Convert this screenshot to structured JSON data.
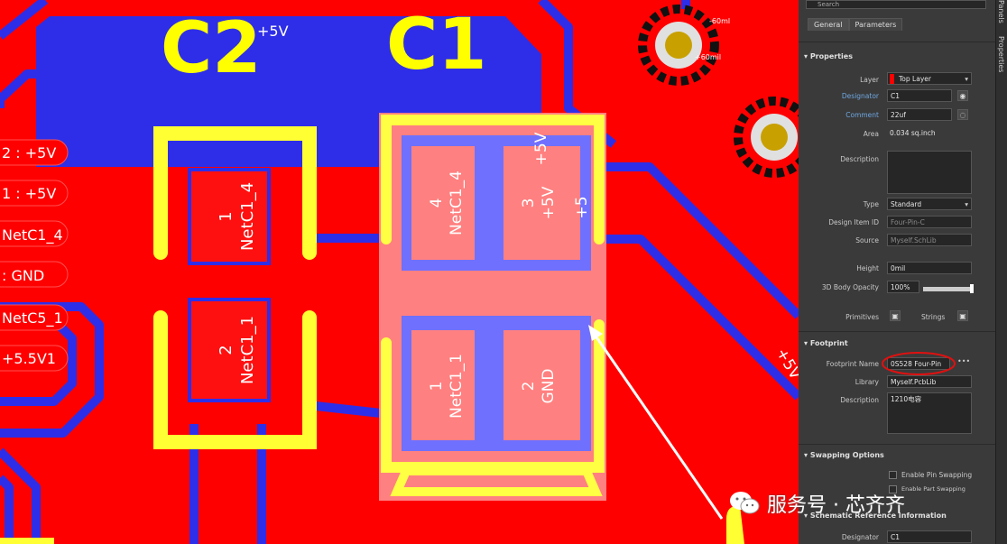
{
  "pcb": {
    "designators": {
      "c2": "C2",
      "c1": "C1",
      "c2_net": "+5V"
    },
    "left_nets": [
      "2 : +5V",
      "1 : +5V",
      "NetC1_4",
      ": GND",
      "NetC5_1",
      "+5.5V1"
    ],
    "c2_pads": [
      {
        "num": "1",
        "net": "NetC1_4"
      },
      {
        "num": "2",
        "net": "NetC1_1"
      }
    ],
    "c1_pads": [
      {
        "num": "4",
        "net": "NetC1_4"
      },
      {
        "num": "3",
        "net": "+5V"
      },
      {
        "num": "1",
        "net": "NetC1_1"
      },
      {
        "num": "2",
        "net": "GND"
      }
    ],
    "c1_top_net": "+5V",
    "c1_side_net": "+5",
    "right_net": "+5V",
    "via_labels": [
      "-60ml",
      "+60mil"
    ],
    "colors": {
      "board": "#ff0000",
      "bottom_layer": "#3333ff",
      "silk": "#ffff44",
      "selection": "#ff8080"
    }
  },
  "panel": {
    "search_placeholder": "Search",
    "tabs": [
      "General",
      "Parameters"
    ],
    "vertical_tabs": [
      "Properties",
      "Panels"
    ],
    "properties_title": "Properties",
    "layer": {
      "label": "Layer",
      "value": "Top Layer",
      "color": "#ff0000"
    },
    "designator": {
      "label": "Designator",
      "value": "C1"
    },
    "comment": {
      "label": "Comment",
      "value": "22uf"
    },
    "area": {
      "label": "Area",
      "value": "0.034 sq.inch"
    },
    "description": {
      "label": "Description",
      "value": ""
    },
    "type": {
      "label": "Type",
      "value": "Standard"
    },
    "design_item_id": {
      "label": "Design Item ID",
      "value": "Four-Pin-C"
    },
    "source": {
      "label": "Source",
      "value": "Myself.SchLib"
    },
    "height": {
      "label": "Height",
      "value": "0mil"
    },
    "body_opacity": {
      "label": "3D Body Opacity",
      "value": "100%",
      "level": 1.0
    },
    "primitives_label": "Primitives",
    "strings_label": "Strings",
    "footprint_title": "Footprint",
    "footprint_name": {
      "label": "Footprint Name",
      "value": "0S528 Four-Pin"
    },
    "library": {
      "label": "Library",
      "value": "Myself.PcbLib"
    },
    "fp_description": {
      "label": "Description",
      "value": "1210电容"
    },
    "swapping_title": "Swapping Options",
    "enable_pin_swapping": "Enable Pin Swapping",
    "enable_part_swapping": "Enable Part Swapping",
    "schematic_title": "Schematic Reference Information",
    "sch_designator": {
      "label": "Designator",
      "value": "C1"
    }
  },
  "watermark": {
    "text": "服务号 · 芯齐齐"
  }
}
